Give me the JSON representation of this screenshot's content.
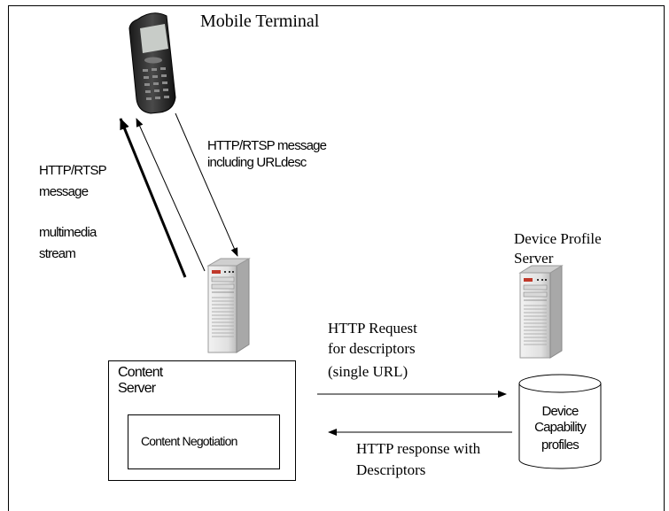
{
  "labels": {
    "mobile_terminal": "Mobile Terminal",
    "http_rtsp_incl_line1": "HTTP/RTSP message",
    "http_rtsp_incl_line2": "including URLdesc",
    "http_rtsp_left_line1": "HTTP/RTSP",
    "http_rtsp_left_line2": "message",
    "multimedia_line1": "multimedia",
    "multimedia_line2": "stream",
    "device_profile_line1": "Device Profile",
    "device_profile_line2": "Server",
    "http_request_line1": "HTTP Request",
    "http_request_line2": "for descriptors",
    "http_request_line3": "(single URL)",
    "http_response_line1": "HTTP response with",
    "http_response_line2": "Descriptors"
  },
  "content_server": {
    "line1": "Content",
    "line2": "Server",
    "negotiation_label": "Content Negotiation"
  },
  "database": {
    "line1": "Device",
    "line2": "Capability",
    "line3": "profiles"
  }
}
